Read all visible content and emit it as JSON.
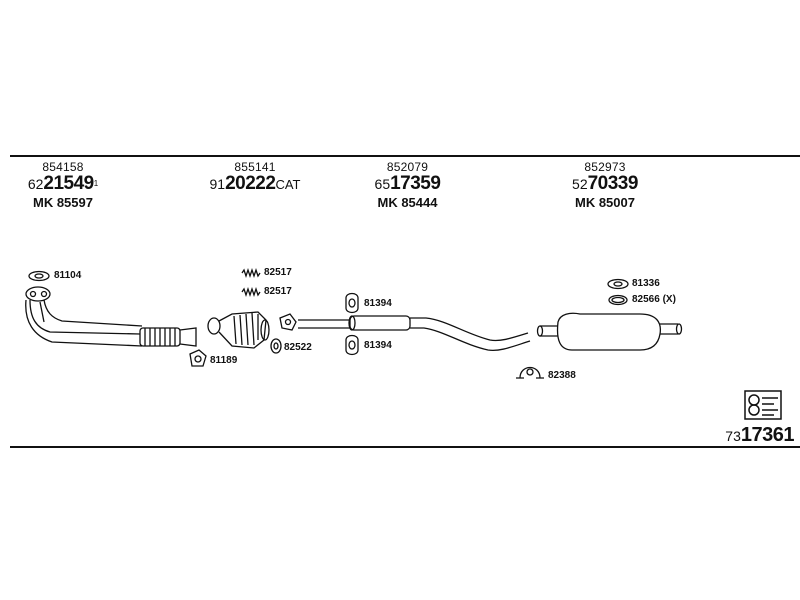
{
  "groups": [
    {
      "ref": "854158",
      "prefix": "62",
      "main": "21549",
      "suffix": "",
      "sup": "1",
      "mk": "MK  85597"
    },
    {
      "ref": "855141",
      "prefix": "91",
      "main": "20222",
      "suffix": "CAT",
      "sup": "",
      "mk": ""
    },
    {
      "ref": "852079",
      "prefix": "65",
      "main": "17359",
      "suffix": "",
      "sup": "",
      "mk": "MK  85444"
    },
    {
      "ref": "852973",
      "prefix": "52",
      "main": "70339",
      "suffix": "",
      "sup": "",
      "mk": "MK  85007"
    }
  ],
  "parts": {
    "p81104": "81104",
    "p82517a": "82517",
    "p82517b": "82517",
    "p81394a": "81394",
    "p81394b": "81394",
    "p81336": "81336",
    "p82566": "82566 (X)",
    "p81189": "81189",
    "p82522": "82522",
    "p82388": "82388"
  },
  "figure": {
    "prefix": "73",
    "main": "17361"
  },
  "icons": [
    "gasket-ring-icon",
    "front-pipe-icon",
    "spring-bolt-icon",
    "catalytic-converter-icon",
    "clamp-icon",
    "rubber-mount-icon",
    "middle-silencer-icon",
    "rear-silencer-icon",
    "exhaust-logo-icon"
  ]
}
